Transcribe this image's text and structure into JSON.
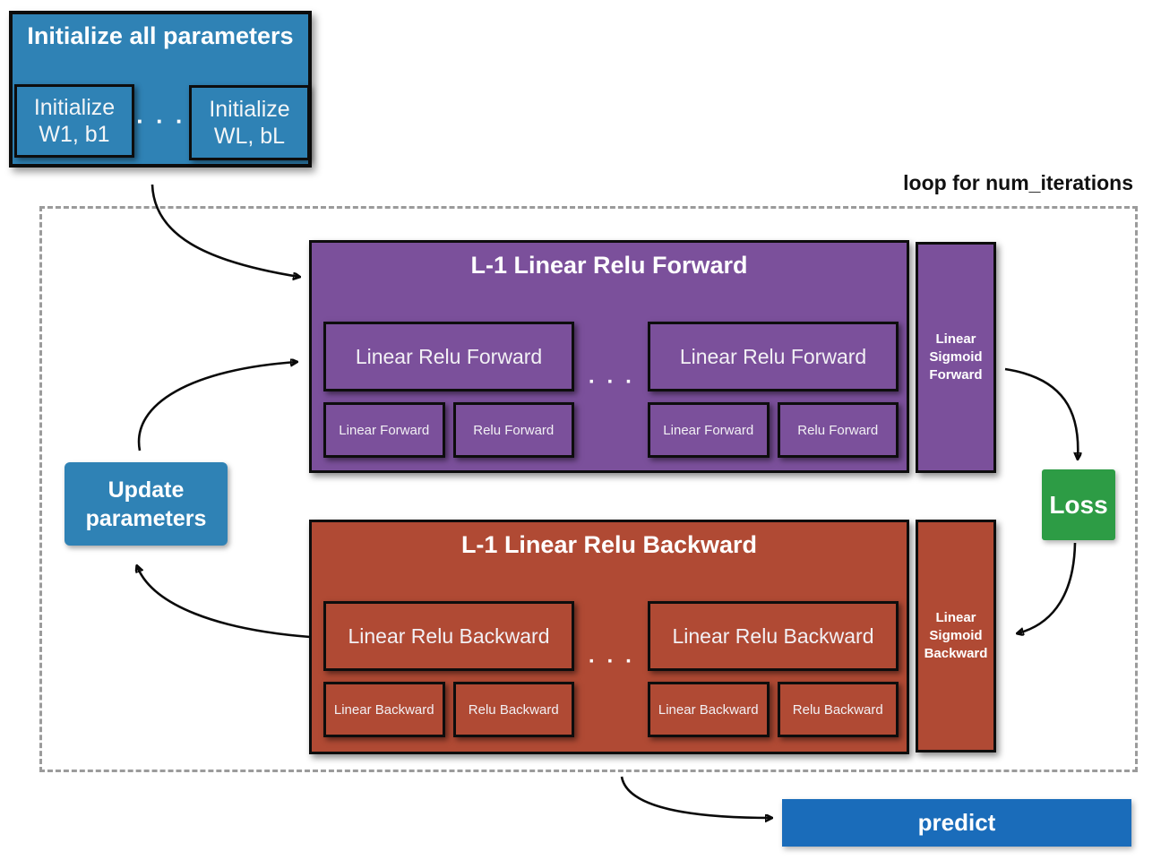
{
  "colors": {
    "init_blue": "#2f82b5",
    "predict_blue": "#1a6cba",
    "purple": "#7b509b",
    "red": "#b04a34",
    "green": "#2d9c45"
  },
  "init": {
    "title": "Initialize all parameters",
    "boxes": [
      {
        "line1": "Initialize",
        "line2": "W1, b1"
      },
      {
        "line1": "Initialize",
        "line2": "WL, bL"
      }
    ],
    "dots": "· · ·"
  },
  "loop": {
    "label": "loop for num_iterations"
  },
  "forward": {
    "title": "L-1 Linear Relu Forward",
    "dots": "· · ·",
    "groups": [
      {
        "main": "Linear Relu Forward",
        "sub": [
          "Linear Forward",
          "Relu Forward"
        ]
      },
      {
        "main": "Linear Relu Forward",
        "sub": [
          "Linear Forward",
          "Relu Forward"
        ]
      }
    ],
    "sigmoid": {
      "line1": "Linear",
      "line2": "Sigmoid",
      "line3": "Forward"
    }
  },
  "loss": {
    "label": "Loss"
  },
  "backward": {
    "title": "L-1 Linear Relu Backward",
    "dots": "· · ·",
    "groups": [
      {
        "main": "Linear Relu Backward",
        "sub": [
          "Linear Backward",
          "Relu Backward"
        ]
      },
      {
        "main": "Linear Relu Backward",
        "sub": [
          "Linear Backward",
          "Relu Backward"
        ]
      }
    ],
    "sigmoid": {
      "line1": "Linear",
      "line2": "Sigmoid",
      "line3": "Backward"
    }
  },
  "update": {
    "line1": "Update",
    "line2": "parameters"
  },
  "predict": {
    "label": "predict"
  }
}
